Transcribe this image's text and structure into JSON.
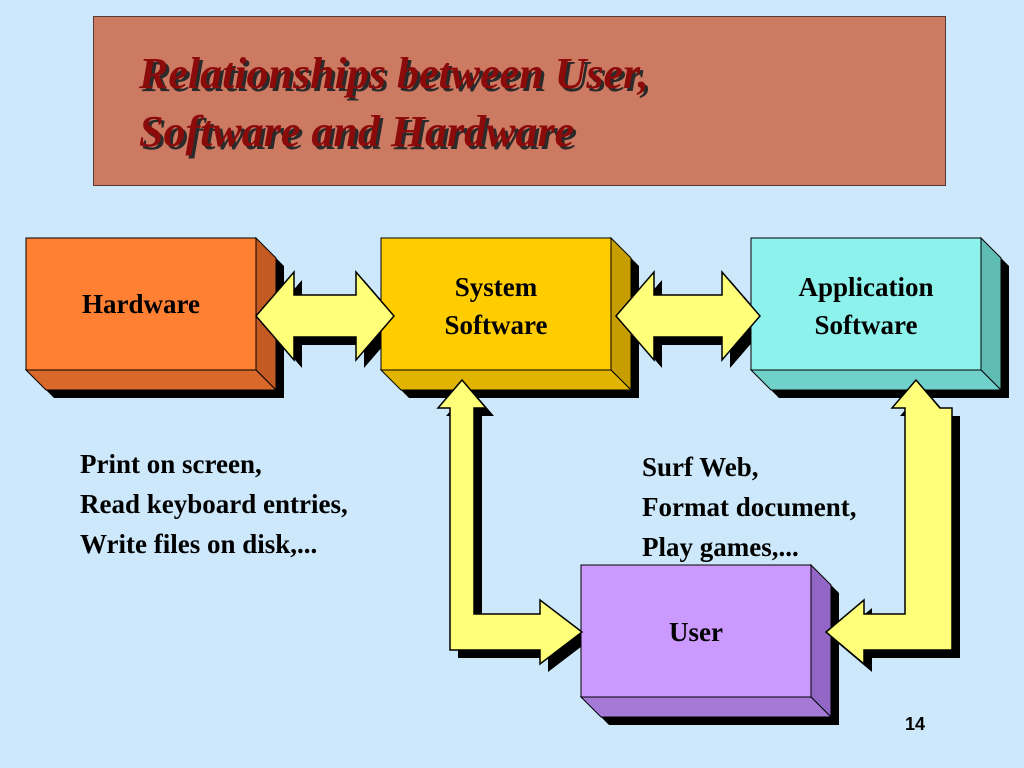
{
  "title": {
    "line1": "Relationships between User,",
    "line2": "Software and Hardware"
  },
  "boxes": {
    "hardware": {
      "label": "Hardware"
    },
    "system_software": {
      "line1": "System",
      "line2": "Software"
    },
    "application_software": {
      "line1": "Application",
      "line2": "Software"
    },
    "user": {
      "label": "User"
    }
  },
  "notes": {
    "system": [
      "Print on screen,",
      "Read keyboard entries,",
      "Write files on disk,..."
    ],
    "application": [
      "Surf Web,",
      "Format document,",
      "Play games,..."
    ]
  },
  "page_number": "14",
  "colors": {
    "background": "#cce8fa",
    "title_box": "#cd7a63",
    "title_text": "#8b0a0a",
    "hardware": "#ff7f33",
    "system_software": "#ffcc00",
    "application_software": "#8ef2ec",
    "user": "#cc99ff",
    "arrow": "#ffff7a"
  }
}
